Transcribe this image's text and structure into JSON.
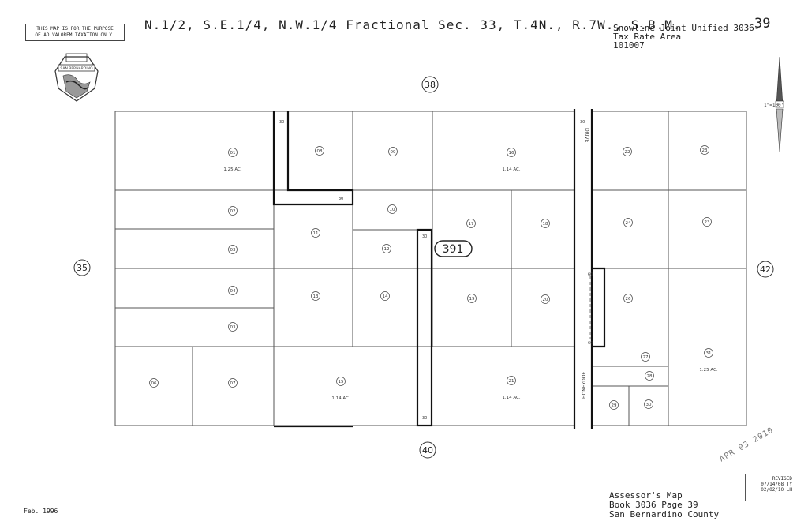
{
  "header": {
    "disclaimer_line1": "THIS MAP IS FOR THE PURPOSE",
    "disclaimer_line2": "OF AD VALOREM TAXATION ONLY.",
    "title": "N.1/2, S.E.1/4, N.W.1/4 Fractional Sec. 33, T.4N., R.7W., S.B.M.",
    "district": "Snowline Joint Unified 3036-",
    "page_number": "39",
    "tax_rate_label": "Tax Rate Area",
    "tax_rate_value": "101007",
    "seal_text": "SAN BERNARDINO"
  },
  "map": {
    "adjacent": {
      "north": "38",
      "south": "40",
      "west": "35",
      "east": "42"
    },
    "block_number": "391",
    "scale": "1\"=100'",
    "parcels": [
      {
        "id": "01",
        "acres": "1.25 AC."
      },
      {
        "id": "02"
      },
      {
        "id": "03"
      },
      {
        "id": "04"
      },
      {
        "id": "05",
        "printed": "03"
      },
      {
        "id": "06"
      },
      {
        "id": "07"
      },
      {
        "id": "08"
      },
      {
        "id": "09"
      },
      {
        "id": "10"
      },
      {
        "id": "11"
      },
      {
        "id": "12"
      },
      {
        "id": "13"
      },
      {
        "id": "14"
      },
      {
        "id": "15",
        "acres": "1.14 AC."
      },
      {
        "id": "16",
        "acres": "1.14 AC."
      },
      {
        "id": "17"
      },
      {
        "id": "18"
      },
      {
        "id": "19"
      },
      {
        "id": "20"
      },
      {
        "id": "21",
        "acres": "1.14 AC."
      },
      {
        "id": "22"
      },
      {
        "id": "23"
      },
      {
        "id": "24"
      },
      {
        "id": "25",
        "printed": "23"
      },
      {
        "id": "26"
      },
      {
        "id": "27"
      },
      {
        "id": "28"
      },
      {
        "id": "29"
      },
      {
        "id": "30"
      },
      {
        "id": "31",
        "acres": "1.25 AC."
      }
    ],
    "streets": {
      "drive": "DRIVE",
      "honeydoe": "HONEYDOE"
    },
    "dimensions": {
      "d30": "30",
      "d60": "60"
    }
  },
  "footer": {
    "line1": "Assessor's Map",
    "line2": "Book 3036 Page 39",
    "line3": "San Bernardino County",
    "date": "Feb. 1996",
    "stamp": "APR 03 2010",
    "revised_label": "REVISED",
    "revised_1": "07/14/08 TY",
    "revised_2": "02/02/10 LH"
  }
}
